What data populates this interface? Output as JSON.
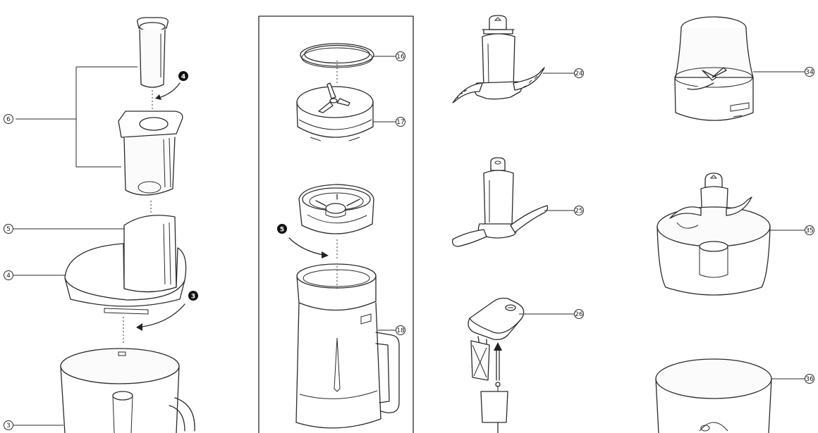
{
  "callouts": {
    "c3": "3",
    "c4": "4",
    "c5": "5",
    "c6": "6",
    "c16": "16",
    "c17": "17",
    "c18": "18",
    "c24": "24",
    "c25": "25",
    "c26": "26",
    "c34": "34",
    "c35": "35",
    "c36": "36"
  },
  "steps": {
    "s3": "3",
    "s4": "4",
    "s5": "5"
  },
  "colors": {
    "line": "#2a2a2a",
    "badge": "#111111",
    "background": "#ffffff"
  }
}
